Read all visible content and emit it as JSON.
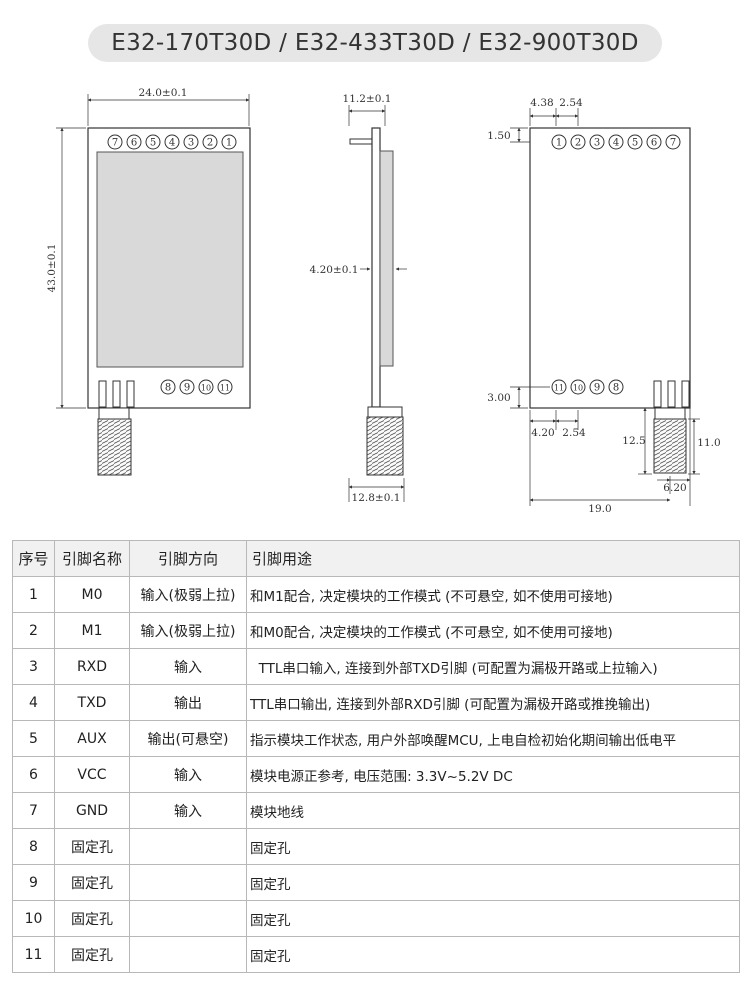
{
  "title": "E32-170T30D / E32-433T30D / E32-900T30D",
  "front_view": {
    "width_dim": "24.0±0.1",
    "height_dim": "43.0±0.1",
    "top_pins": [
      "7",
      "6",
      "5",
      "4",
      "3",
      "2",
      "1"
    ],
    "bottom_pins": [
      "8",
      "9",
      "10",
      "11"
    ]
  },
  "side_view": {
    "thickness_dim": "11.2±0.1",
    "pcb_offset_dim": "4.20±0.1",
    "antenna_dim": "12.8±0.1"
  },
  "back_view": {
    "pitch_left_dim": "4.38",
    "pitch_dim": "2.54",
    "top_margin_dim": "1.50",
    "bottom_margin_dim": "3.00",
    "bottom_left_dim": "4.20",
    "bottom_pitch_dim": "2.54",
    "antenna_len_dim": "12.5",
    "antenna_len2_dim": "11.0",
    "antenna_pos_dim": "6.20",
    "total_width_dim": "19.0",
    "top_pins": [
      "1",
      "2",
      "3",
      "4",
      "5",
      "6",
      "7"
    ],
    "bottom_pins": [
      "11",
      "10",
      "9",
      "8"
    ]
  },
  "table": {
    "headers": [
      "序号",
      "引脚名称",
      "引脚方向",
      "引脚用途"
    ],
    "rows": [
      {
        "no": "1",
        "name": "M0",
        "dir": "输入(极弱上拉)",
        "use": "和M1配合, 决定模块的工作模式 (不可悬空, 如不使用可接地)"
      },
      {
        "no": "2",
        "name": "M1",
        "dir": "输入(极弱上拉)",
        "use": "和M0配合, 决定模块的工作模式 (不可悬空, 如不使用可接地)"
      },
      {
        "no": "3",
        "name": "RXD",
        "dir": "输入",
        "use": "  TTL串口输入, 连接到外部TXD引脚 (可配置为漏极开路或上拉输入)"
      },
      {
        "no": "4",
        "name": "TXD",
        "dir": "输出",
        "use": "TTL串口输出, 连接到外部RXD引脚 (可配置为漏极开路或推挽输出)"
      },
      {
        "no": "5",
        "name": "AUX",
        "dir": "输出(可悬空)",
        "use": "指示模块工作状态, 用户外部唤醒MCU, 上电自检初始化期间输出低电平"
      },
      {
        "no": "6",
        "name": "VCC",
        "dir": "输入",
        "use": "模块电源正参考, 电压范围: 3.3V~5.2V DC"
      },
      {
        "no": "7",
        "name": "GND",
        "dir": "输入",
        "use": "模块地线"
      },
      {
        "no": "8",
        "name": "固定孔",
        "dir": "",
        "use": "固定孔"
      },
      {
        "no": "9",
        "name": "固定孔",
        "dir": "",
        "use": "固定孔"
      },
      {
        "no": "10",
        "name": "固定孔",
        "dir": "",
        "use": "固定孔"
      },
      {
        "no": "11",
        "name": "固定孔",
        "dir": "",
        "use": "固定孔"
      }
    ]
  }
}
